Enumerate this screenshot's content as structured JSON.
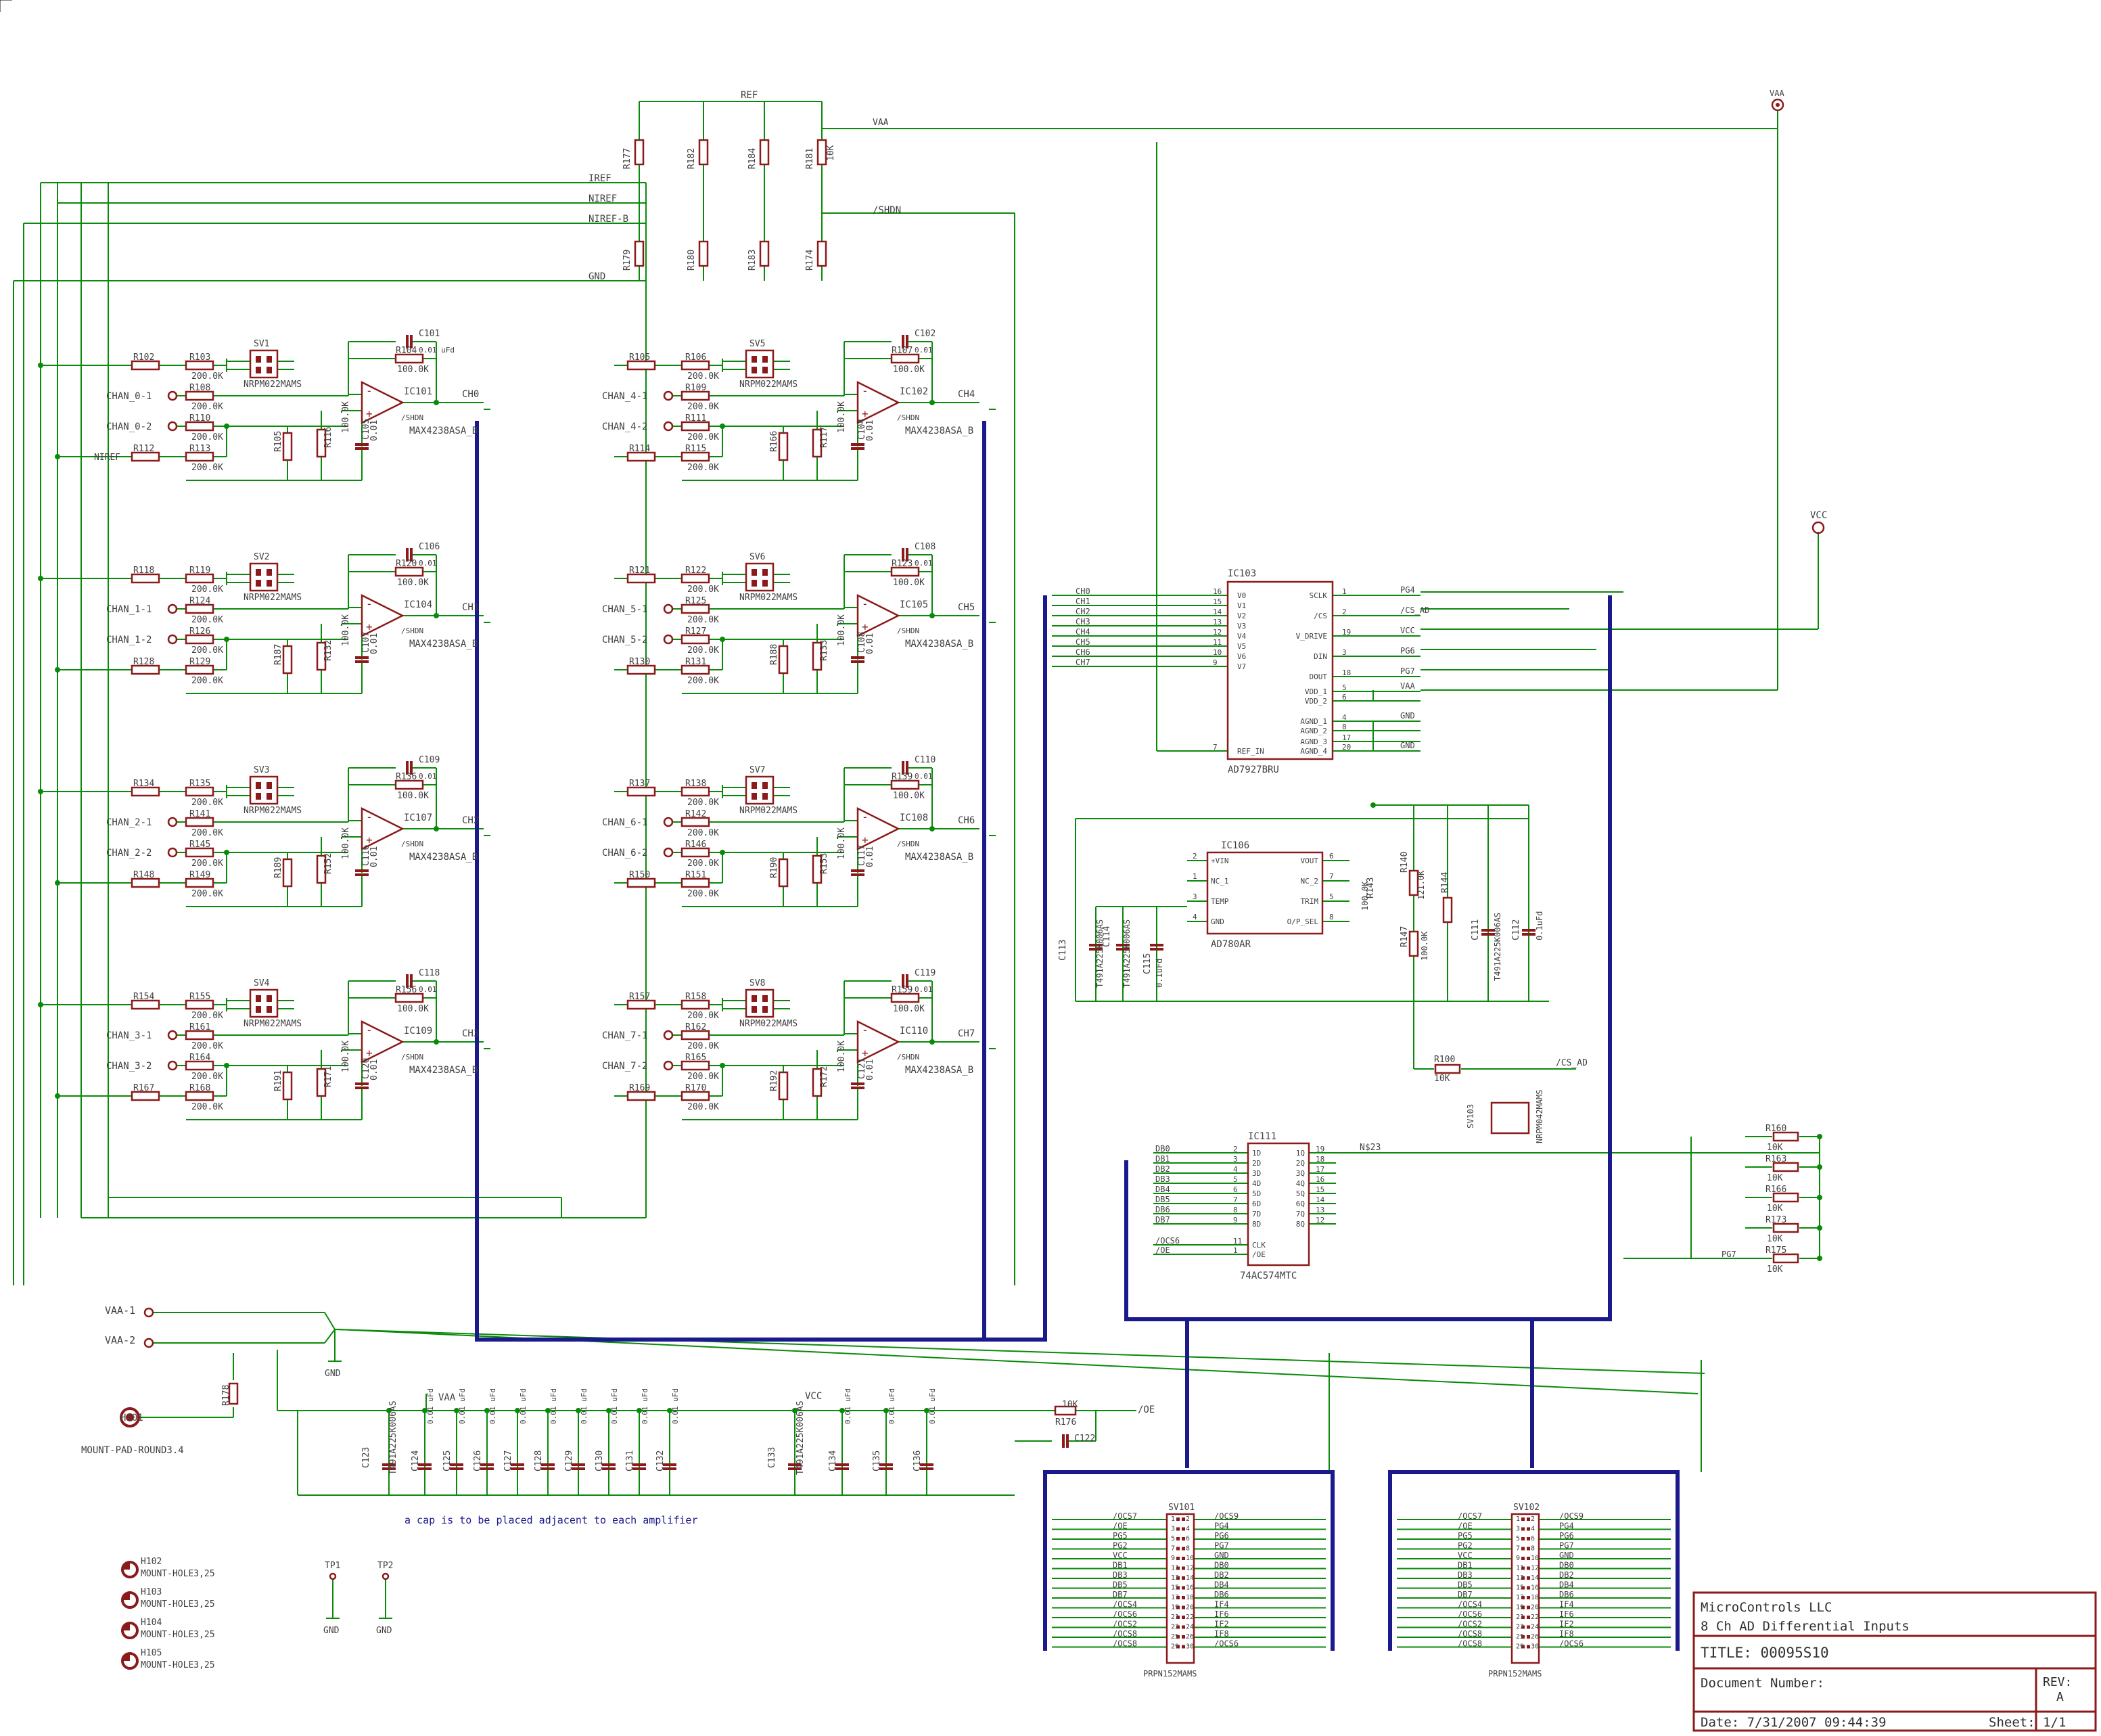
{
  "title_block": {
    "company": "MicroControls LLC",
    "description": "8 Ch  AD Differential Inputs",
    "title": "TITLE:  00095S10",
    "doc_number": "Document Number:",
    "rev_label": "REV:",
    "rev_value": "A",
    "date": "Date:  7/31/2007 09:44:39",
    "sheet": "Sheet: 1/1"
  },
  "colors": {
    "wire": "#0a8a0a",
    "part": "#8b1a1a",
    "bus": "#1a1a8c",
    "text": "#404040",
    "note": "#1a1a8c"
  },
  "power_symbols": {
    "vaa": "VAA",
    "vcc": "VCC",
    "gnd": "GND"
  },
  "top_net_labels": [
    "REF",
    "VAA",
    "IREF",
    "NIREF",
    "NIREF-B",
    "/SHDN",
    "GND"
  ],
  "top_resistors": [
    "R177",
    "R182",
    "R184",
    "R181",
    "R179",
    "R180",
    "R183",
    "R174"
  ],
  "top_res_value": "10K",
  "amp_blocks": [
    {
      "ic": "IC101",
      "ch": "CH0",
      "cap": "C101",
      "cap_val": "0.01 uFd",
      "sv": "SV1",
      "r_in1": "R102",
      "r_a": "R103",
      "r_b": "R108",
      "r_c": "R110",
      "r_d": "R112",
      "r_e": "R113",
      "r_fb": "R104",
      "r_g1": "R105",
      "r_g2": "R116",
      "c_b": "C105",
      "chan1": "CHAN_0-1",
      "chan2": "CHAN_0-2",
      "extra": "NIREF"
    },
    {
      "ic": "IC104",
      "ch": "CH1",
      "cap": "C106",
      "cap_val": "0.01",
      "sv": "SV2",
      "r_in1": "R118",
      "r_a": "R119",
      "r_b": "R124",
      "r_c": "R126",
      "r_d": "R128",
      "r_e": "R129",
      "r_fb": "R120",
      "r_g1": "R187",
      "r_g2": "R132",
      "c_b": "C107",
      "chan1": "CHAN_1-1",
      "chan2": "CHAN_1-2",
      "extra": ""
    },
    {
      "ic": "IC107",
      "ch": "CH2",
      "cap": "C109",
      "cap_val": "0.01",
      "sv": "SV3",
      "r_in1": "R134",
      "r_a": "R135",
      "r_b": "R141",
      "r_c": "R145",
      "r_d": "R148",
      "r_e": "R149",
      "r_fb": "R136",
      "r_g1": "R189",
      "r_g2": "R152",
      "c_b": "C116",
      "chan1": "CHAN_2-1",
      "chan2": "CHAN_2-2",
      "extra": ""
    },
    {
      "ic": "IC109",
      "ch": "CH3",
      "cap": "C118",
      "cap_val": "0.01",
      "sv": "SV4",
      "r_in1": "R154",
      "r_a": "R155",
      "r_b": "R161",
      "r_c": "R164",
      "r_d": "R167",
      "r_e": "R168",
      "r_fb": "R156",
      "r_g1": "R191",
      "r_g2": "R171",
      "c_b": "C120",
      "chan1": "CHAN_3-1",
      "chan2": "CHAN_3-2",
      "extra": ""
    },
    {
      "ic": "IC102",
      "ch": "CH4",
      "cap": "C102",
      "cap_val": "0.01",
      "sv": "SV5",
      "r_in1": "R105",
      "r_a": "R106",
      "r_b": "R109",
      "r_c": "R111",
      "r_d": "R114",
      "r_e": "R115",
      "r_fb": "R107",
      "r_g1": "R166",
      "r_g2": "R117",
      "c_b": "C104",
      "chan1": "CHAN_4-1",
      "chan2": "CHAN_4-2",
      "extra": ""
    },
    {
      "ic": "IC105",
      "ch": "CH5",
      "cap": "C108",
      "cap_val": "0.01",
      "sv": "SV6",
      "r_in1": "R121",
      "r_a": "R122",
      "r_b": "R125",
      "r_c": "R127",
      "r_d": "R130",
      "r_e": "R131",
      "r_fb": "R123",
      "r_g1": "R188",
      "r_g2": "R133",
      "c_b": "C108",
      "chan1": "CHAN_5-1",
      "chan2": "CHAN_5-2",
      "extra": ""
    },
    {
      "ic": "IC108",
      "ch": "CH6",
      "cap": "C110",
      "cap_val": "0.01",
      "sv": "SV7",
      "r_in1": "R137",
      "r_a": "R138",
      "r_b": "R142",
      "r_c": "R146",
      "r_d": "R150",
      "r_e": "R151",
      "r_fb": "R139",
      "r_g1": "R190",
      "r_g2": "R153",
      "c_b": "C117",
      "chan1": "CHAN_6-1",
      "chan2": "CHAN_6-2",
      "extra": ""
    },
    {
      "ic": "IC110",
      "ch": "CH7",
      "cap": "C119",
      "cap_val": "0.01",
      "sv": "SV8",
      "r_in1": "R157",
      "r_a": "R158",
      "r_b": "R162",
      "r_c": "R165",
      "r_d": "R169",
      "r_e": "R170",
      "r_fb": "R159",
      "r_g1": "R192",
      "r_g2": "R172",
      "c_b": "C121",
      "chan1": "CHAN_7-1",
      "chan2": "CHAN_7-2",
      "extra": ""
    }
  ],
  "amp_common": {
    "r_val": "200.0K",
    "rfb_val": "100.0K",
    "rg_val": "100.0K",
    "cg_val": "0.01",
    "opamp_part": "MAX4238ASA_B",
    "shdn": "/SHDN",
    "sv_part": "NRPM022MAMS"
  },
  "adc": {
    "name": "IC103",
    "part": "AD7927BRU",
    "left_pins": [
      {
        "num": "16",
        "name": "V0",
        "net": "CH0"
      },
      {
        "num": "15",
        "name": "V1",
        "net": "CH1"
      },
      {
        "num": "14",
        "name": "V2",
        "net": "CH2"
      },
      {
        "num": "13",
        "name": "V3",
        "net": "CH3"
      },
      {
        "num": "12",
        "name": "V4",
        "net": "CH4"
      },
      {
        "num": "11",
        "name": "V5",
        "net": "CH5"
      },
      {
        "num": "10",
        "name": "V6",
        "net": "CH6"
      },
      {
        "num": "9",
        "name": "V7",
        "net": "CH7"
      }
    ],
    "ref_pin": {
      "num": "7",
      "name": "REF_IN"
    },
    "right_pins": [
      {
        "num": "1",
        "name": "SCLK",
        "net": "PG4"
      },
      {
        "num": "2",
        "name": "/CS",
        "net": "/CS_AD"
      },
      {
        "num": "19",
        "name": "V_DRIVE",
        "net": "VCC"
      },
      {
        "num": "3",
        "name": "DIN",
        "net": "PG6"
      },
      {
        "num": "18",
        "name": "DOUT",
        "net": "PG7"
      },
      {
        "num": "5",
        "name": "VDD_1",
        "net": "VAA"
      },
      {
        "num": "6",
        "name": "VDD_2",
        "net": ""
      },
      {
        "num": "4",
        "name": "AGND_1",
        "net": "GND"
      },
      {
        "num": "8",
        "name": "AGND_2",
        "net": ""
      },
      {
        "num": "17",
        "name": "AGND_3",
        "net": ""
      },
      {
        "num": "20",
        "name": "AGND_4",
        "net": "GND"
      }
    ]
  },
  "vref": {
    "name": "IC106",
    "part": "AD780AR",
    "left_pins": [
      {
        "num": "2",
        "name": "+VIN"
      },
      {
        "num": "1",
        "name": "NC_1"
      },
      {
        "num": "3",
        "name": "TEMP"
      },
      {
        "num": "4",
        "name": "GND"
      }
    ],
    "right_pins": [
      {
        "num": "6",
        "name": "VOUT"
      },
      {
        "num": "7",
        "name": "NC_2"
      },
      {
        "num": "5",
        "name": "TRIM"
      },
      {
        "num": "8",
        "name": "O/P_SEL"
      }
    ],
    "parts": [
      "C113",
      "C114",
      "C115",
      "C111",
      "C112",
      "R140",
      "R143",
      "R144",
      "R147"
    ],
    "values": [
      "T491A225K006AS",
      "T491A225K006AS",
      "0.1uFd",
      "T491A225K006AS",
      "0.1uFd",
      "121.0K",
      "100.0K",
      "100.0K"
    ]
  },
  "latch": {
    "name": "IC111",
    "part": "74AC574MTC",
    "d_nets": [
      "DB0",
      "DB1",
      "DB2",
      "DB3",
      "DB4",
      "DB5",
      "DB6",
      "DB7"
    ],
    "d_pins": [
      "2",
      "3",
      "4",
      "5",
      "6",
      "7",
      "8",
      "9"
    ],
    "d_names": [
      "1D",
      "2D",
      "3D",
      "4D",
      "5D",
      "6D",
      "7D",
      "8D"
    ],
    "q_names": [
      "1Q",
      "2Q",
      "3Q",
      "4Q",
      "5Q",
      "6Q",
      "7Q",
      "8Q"
    ],
    "q_pins": [
      "19",
      "18",
      "17",
      "16",
      "15",
      "14",
      "13",
      "12"
    ],
    "ctrl": [
      {
        "net": "/OCS6",
        "num": "11",
        "name": "CLK"
      },
      {
        "net": "/OE",
        "num": "1",
        "name": "/OE"
      }
    ],
    "out_net": "N$23"
  },
  "jumper_right": {
    "name": "SV103",
    "part": "NRPM042MAMS",
    "resistors": [
      "R160",
      "R163",
      "R166",
      "R173",
      "R175"
    ],
    "res_val": "10K",
    "r100": "R100",
    "r100_val": "10K",
    "cs_net": "/CS_AD",
    "pg7": "PG7"
  },
  "connectors": [
    {
      "name": "SV101",
      "part": "PRPN152MAMS",
      "left": [
        "/OCS7",
        "/OE",
        "PG5",
        "PG2",
        "VCC",
        "DB1",
        "DB3",
        "DB5",
        "DB7",
        "/OCS4",
        "/OCS6",
        "/OCS2",
        "/OCS8",
        "/OCS8"
      ],
      "right": [
        "/OCS9",
        "PG4",
        "PG6",
        "PG7",
        "GND",
        "DB0",
        "DB2",
        "DB4",
        "DB6",
        "IF4",
        "IF6",
        "IF2",
        "IF8",
        "/OCS6"
      ],
      "lnums": [
        "1",
        "3",
        "5",
        "7",
        "9",
        "11",
        "13",
        "15",
        "17",
        "19",
        "21",
        "23",
        "25",
        "29"
      ],
      "rnums": [
        "2",
        "4",
        "6",
        "8",
        "10",
        "12",
        "14",
        "16",
        "18",
        "20",
        "22",
        "24",
        "26",
        "30"
      ]
    },
    {
      "name": "SV102",
      "part": "PRPN152MAMS",
      "left": [
        "/OCS7",
        "/OE",
        "PG5",
        "PG2",
        "VCC",
        "DB1",
        "DB3",
        "DB5",
        "DB7",
        "/OCS4",
        "/OCS6",
        "/OCS2",
        "/OCS8",
        "/OCS8"
      ],
      "right": [
        "/OCS9",
        "PG4",
        "PG6",
        "PG7",
        "GND",
        "DB0",
        "DB2",
        "DB4",
        "DB6",
        "IF4",
        "IF6",
        "IF2",
        "IF8",
        "/OCS6"
      ],
      "lnums": [
        "1",
        "3",
        "5",
        "7",
        "9",
        "11",
        "13",
        "15",
        "17",
        "19",
        "21",
        "23",
        "25",
        "29"
      ],
      "rnums": [
        "2",
        "4",
        "6",
        "8",
        "10",
        "12",
        "14",
        "16",
        "18",
        "20",
        "22",
        "24",
        "26",
        "30"
      ]
    }
  ],
  "power_inputs": {
    "vaa1": "VAA-1",
    "vaa2": "VAA-2",
    "gnd": "GND",
    "r178": "R178",
    "h101": "H101",
    "h101_part": "MOUNT-PAD-ROUND3.4",
    "r176": "R176",
    "r176_val": "10K",
    "c122": "C122",
    "oe": "/OE"
  },
  "decoupling_vaa": {
    "rail": "VAA",
    "bulk": "C123",
    "bulk_val": "T491A225K006AS",
    "caps": [
      "C124",
      "C125",
      "C126",
      "C127",
      "C128",
      "C129",
      "C130",
      "C131",
      "C132"
    ],
    "val": "0.01 uFd"
  },
  "decoupling_vcc": {
    "rail": "VCC",
    "bulk": "C133",
    "bulk_val": "T491A225K006AS",
    "caps": [
      "C134",
      "C135",
      "C136"
    ],
    "val": "0.01 uFd"
  },
  "note": "a cap is to be placed adjacent to each amplifier",
  "mount_holes": [
    {
      "name": "H102",
      "part": "MOUNT-HOLE3,25"
    },
    {
      "name": "H103",
      "part": "MOUNT-HOLE3,25"
    },
    {
      "name": "H104",
      "part": "MOUNT-HOLE3,25"
    },
    {
      "name": "H105",
      "part": "MOUNT-HOLE3,25"
    }
  ],
  "test_points": [
    {
      "name": "TP1",
      "gnd": "GND"
    },
    {
      "name": "TP2",
      "gnd": "GND"
    }
  ]
}
